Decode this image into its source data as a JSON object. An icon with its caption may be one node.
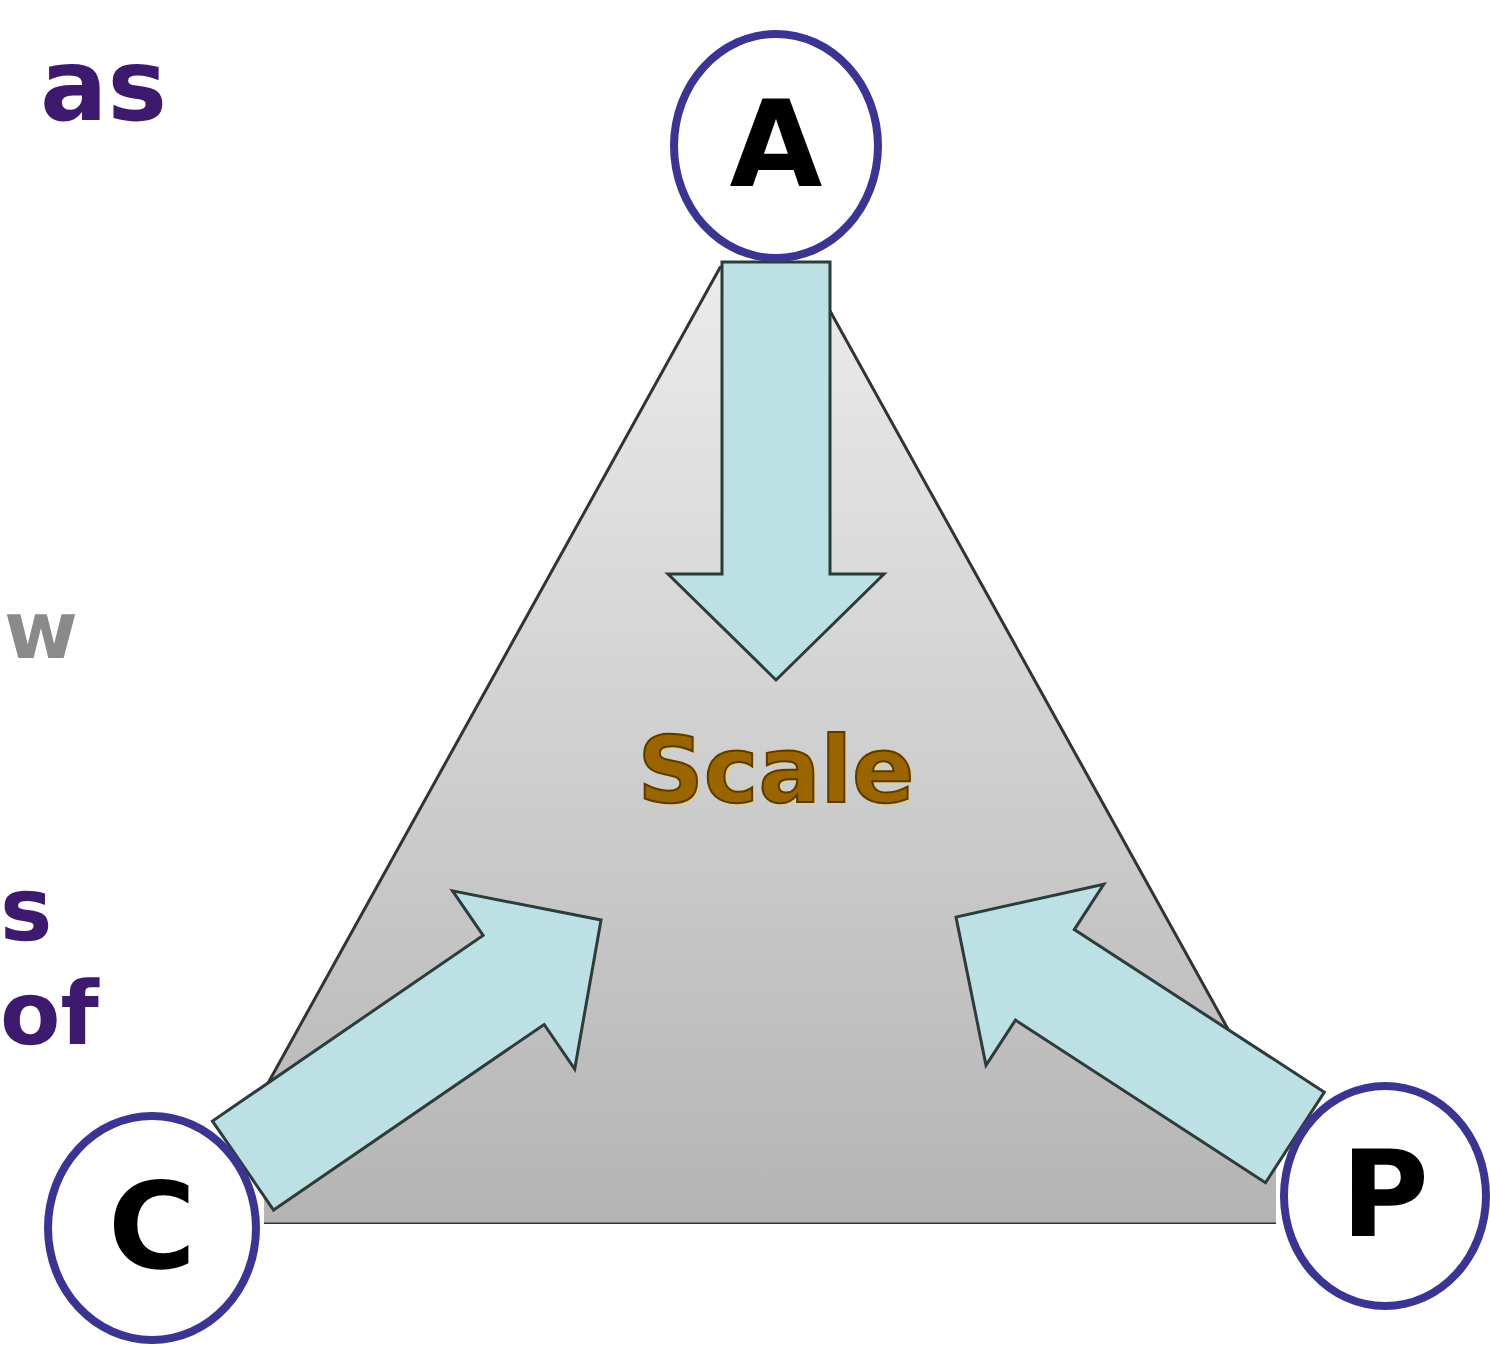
{
  "diagram": {
    "nodes": [
      {
        "text": [],
        "shape": "triangle"
      },
      {
        "text": [
          "Scale"
        ],
        "in": 0
      },
      {
        "text": [
          "A"
        ]
      },
      {
        "text": [
          "C"
        ]
      },
      {
        "text": [
          "P"
        ]
      }
    ],
    "edges": [
      {
        "from": 2,
        "to": 1,
        "arrow": "to"
      },
      {
        "from": 3,
        "to": 1,
        "arrow": "to"
      },
      {
        "from": 4,
        "to": 1,
        "arrow": "to"
      }
    ],
    "labels": [
      "as",
      "w",
      "s",
      "of"
    ]
  }
}
